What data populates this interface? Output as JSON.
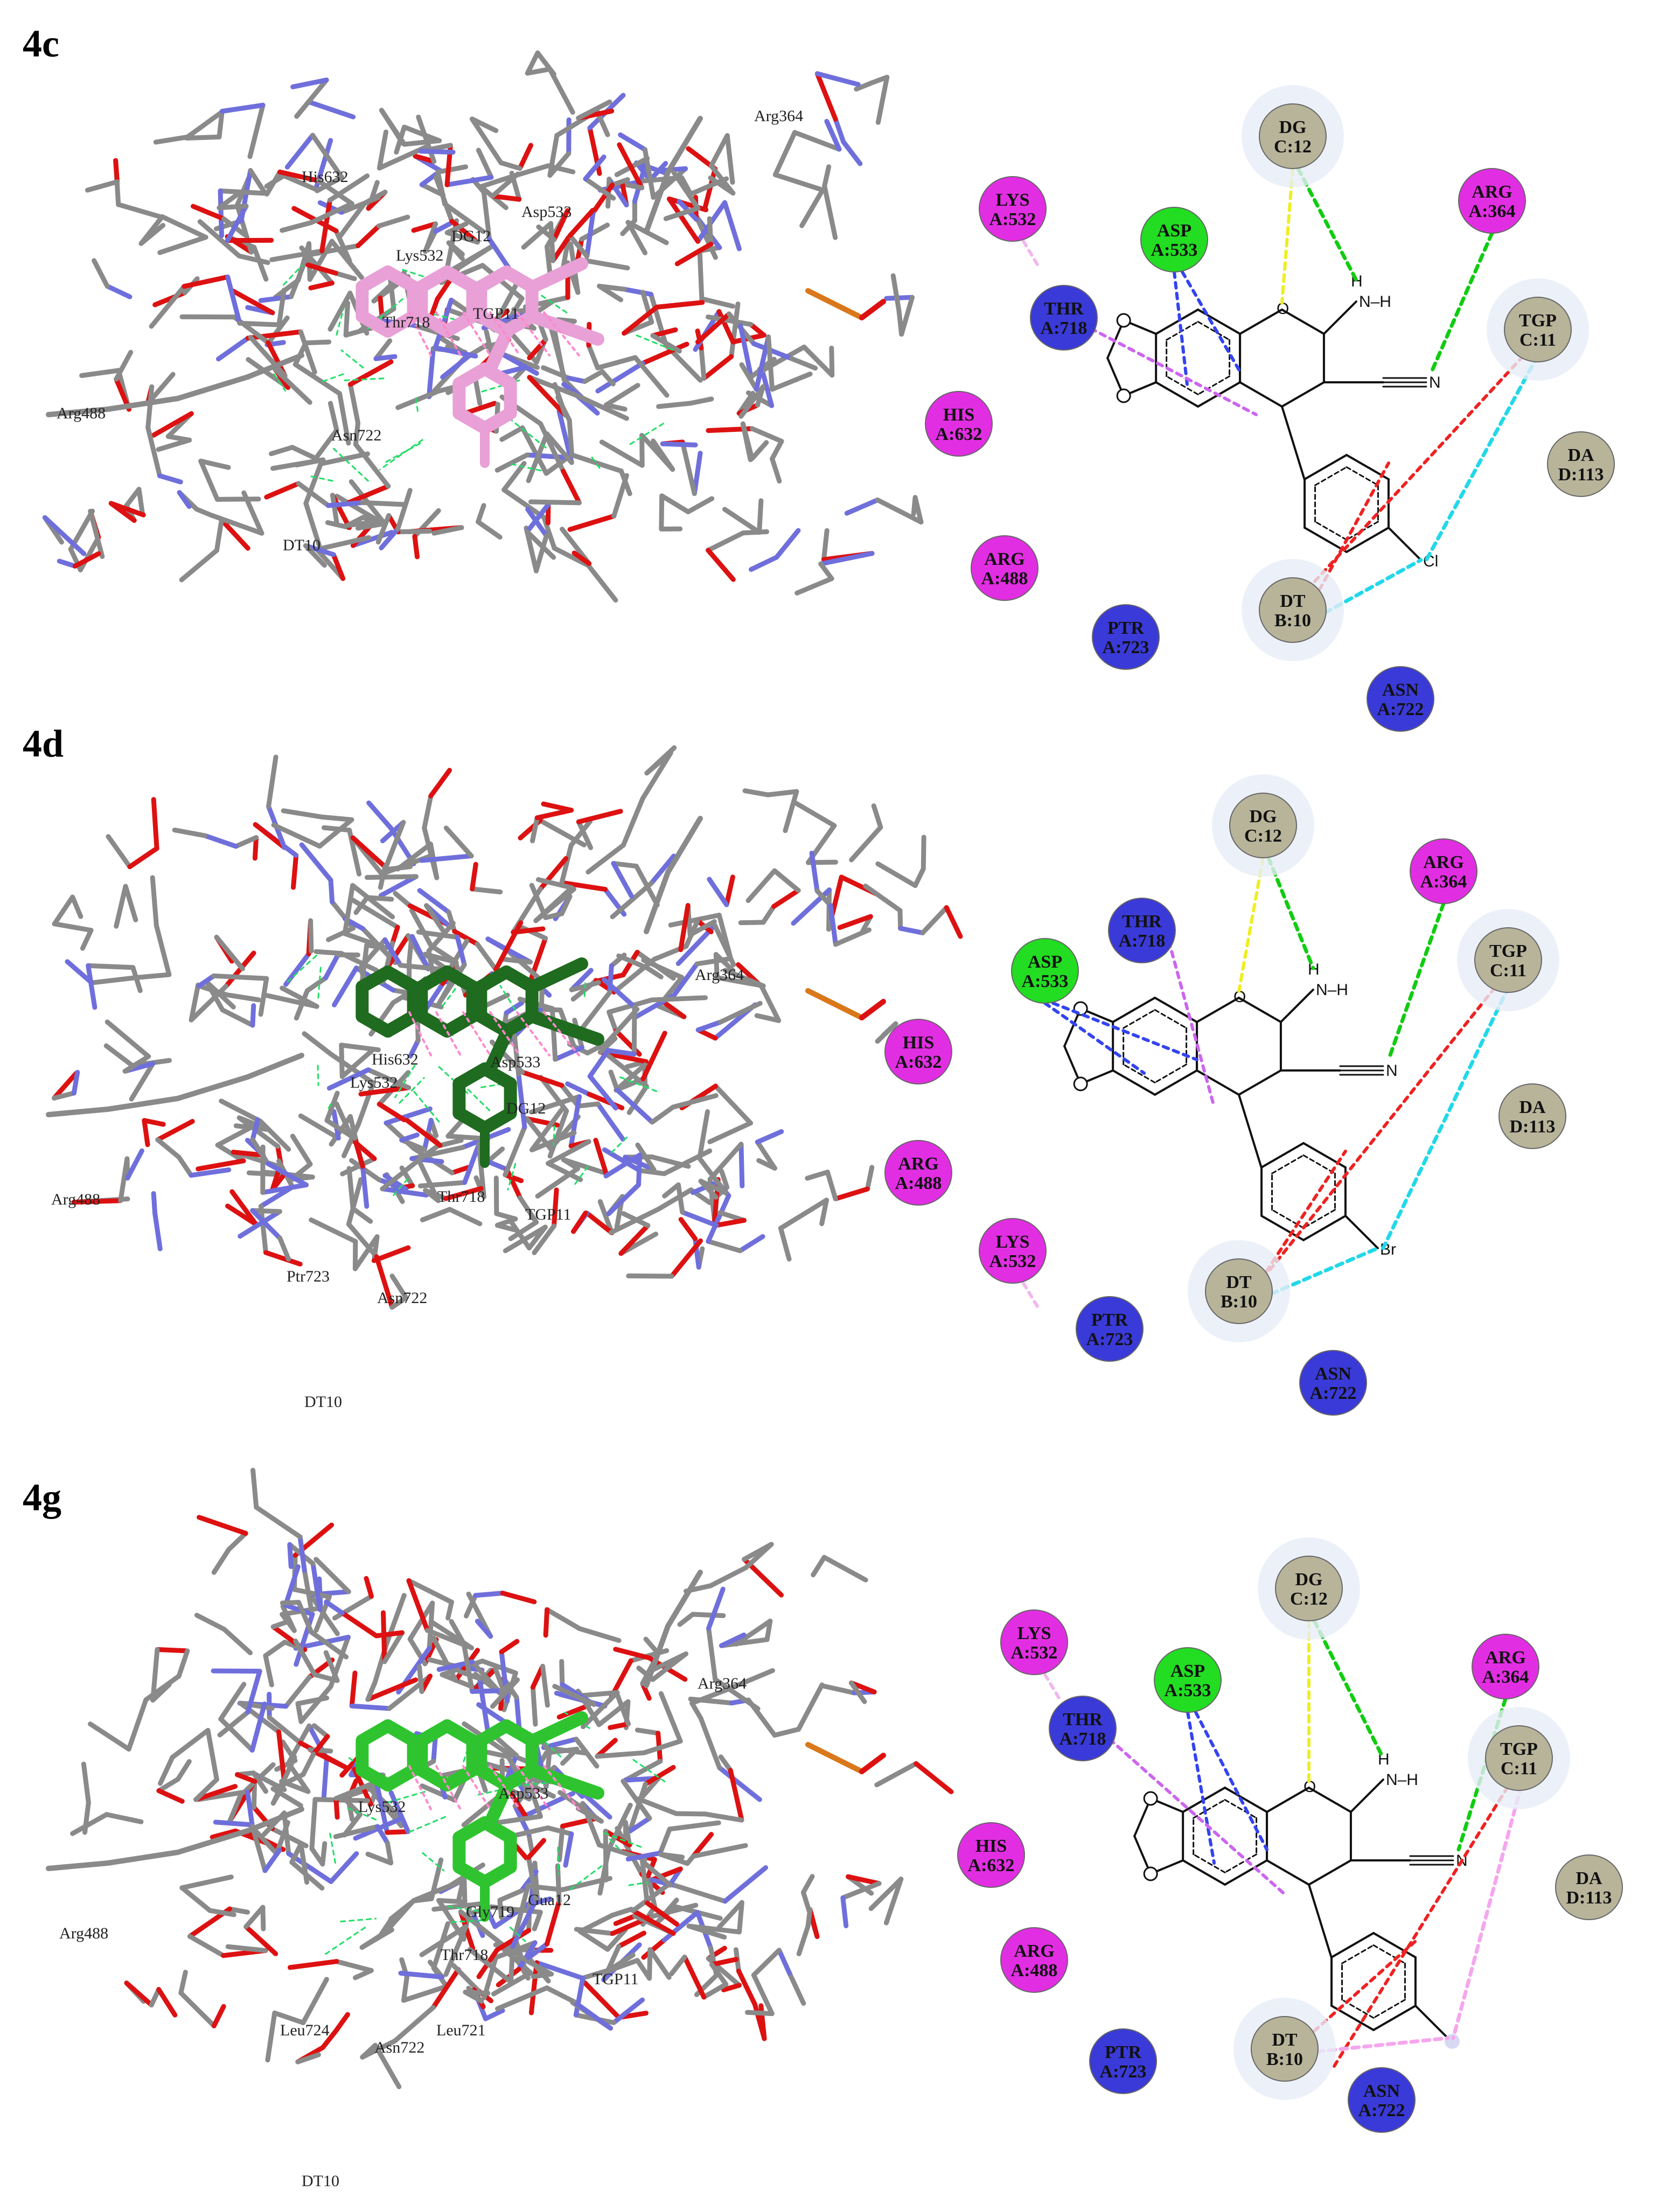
{
  "panels": [
    {
      "id": "4c",
      "label": "4c",
      "ligand_color": "#e8a0d6",
      "halogen": "Cl",
      "labels3d": [
        "Arg364",
        "His632",
        "Asp533",
        "DG12",
        "Lys532",
        "Thr718",
        "TGP11",
        "Arg488",
        "Asn722",
        "DT10"
      ],
      "residues": [
        {
          "l1": "DG",
          "l2": "C:12",
          "type": "dna"
        },
        {
          "l1": "LYS",
          "l2": "A:532",
          "type": "pos"
        },
        {
          "l1": "ASP",
          "l2": "A:533",
          "type": "hb"
        },
        {
          "l1": "ARG",
          "l2": "A:364",
          "type": "pos"
        },
        {
          "l1": "THR",
          "l2": "A:718",
          "type": "polar"
        },
        {
          "l1": "TGP",
          "l2": "C:11",
          "type": "dna"
        },
        {
          "l1": "HIS",
          "l2": "A:632",
          "type": "pos"
        },
        {
          "l1": "DA",
          "l2": "D:113",
          "type": "dna"
        },
        {
          "l1": "ARG",
          "l2": "A:488",
          "type": "pos"
        },
        {
          "l1": "DT",
          "l2": "B:10",
          "type": "dna"
        },
        {
          "l1": "PTR",
          "l2": "A:723",
          "type": "polar"
        },
        {
          "l1": "ASN",
          "l2": "A:722",
          "type": "polar"
        }
      ]
    },
    {
      "id": "4d",
      "label": "4d",
      "ligand_color": "#1f6b1f",
      "halogen": "Br",
      "labels3d": [
        "Arg364",
        "His632",
        "Lys532",
        "Asp533",
        "DG12",
        "Arg488",
        "Thr718",
        "TGP11",
        "Ptr723",
        "Asn722",
        "DT10"
      ],
      "residues": [
        {
          "l1": "DG",
          "l2": "C:12",
          "type": "dna"
        },
        {
          "l1": "ARG",
          "l2": "A:364",
          "type": "pos"
        },
        {
          "l1": "THR",
          "l2": "A:718",
          "type": "polar"
        },
        {
          "l1": "ASP",
          "l2": "A:533",
          "type": "hb"
        },
        {
          "l1": "TGP",
          "l2": "C:11",
          "type": "dna"
        },
        {
          "l1": "HIS",
          "l2": "A:632",
          "type": "pos"
        },
        {
          "l1": "DA",
          "l2": "D:113",
          "type": "dna"
        },
        {
          "l1": "ARG",
          "l2": "A:488",
          "type": "pos"
        },
        {
          "l1": "LYS",
          "l2": "A:532",
          "type": "pos"
        },
        {
          "l1": "DT",
          "l2": "B:10",
          "type": "dna"
        },
        {
          "l1": "PTR",
          "l2": "A:723",
          "type": "polar"
        },
        {
          "l1": "ASN",
          "l2": "A:722",
          "type": "polar"
        }
      ]
    },
    {
      "id": "4g",
      "label": "4g",
      "ligand_color": "#2fc42f",
      "halogen": "",
      "labels3d": [
        "Arg364",
        "Lys532",
        "Asp533",
        "Arg488",
        "Gua12",
        "Gly719",
        "Thr718",
        "TGP11",
        "Leu724",
        "Asn722",
        "Leu721",
        "DT10"
      ],
      "residues": [
        {
          "l1": "DG",
          "l2": "C:12",
          "type": "dna"
        },
        {
          "l1": "LYS",
          "l2": "A:532",
          "type": "pos"
        },
        {
          "l1": "ASP",
          "l2": "A:533",
          "type": "hb"
        },
        {
          "l1": "ARG",
          "l2": "A:364",
          "type": "pos"
        },
        {
          "l1": "THR",
          "l2": "A:718",
          "type": "polar"
        },
        {
          "l1": "TGP",
          "l2": "C:11",
          "type": "dna"
        },
        {
          "l1": "HIS",
          "l2": "A:632",
          "type": "pos"
        },
        {
          "l1": "DA",
          "l2": "D:113",
          "type": "dna"
        },
        {
          "l1": "ARG",
          "l2": "A:488",
          "type": "pos"
        },
        {
          "l1": "DT",
          "l2": "B:10",
          "type": "dna"
        },
        {
          "l1": "PTR",
          "l2": "A:723",
          "type": "polar"
        },
        {
          "l1": "ASN",
          "l2": "A:722",
          "type": "polar"
        }
      ]
    }
  ],
  "atoms": {
    "n": "N",
    "h": "H",
    "o": "O"
  },
  "colors": {
    "pos": "#e22ee2",
    "hb": "#22dd22",
    "polar": "#3a3ad8",
    "dna": "#b8b49a",
    "grey": "#8a8a8a",
    "red": "#dd1111",
    "blue": "#6f6fdc",
    "orange": "#d9781a"
  }
}
